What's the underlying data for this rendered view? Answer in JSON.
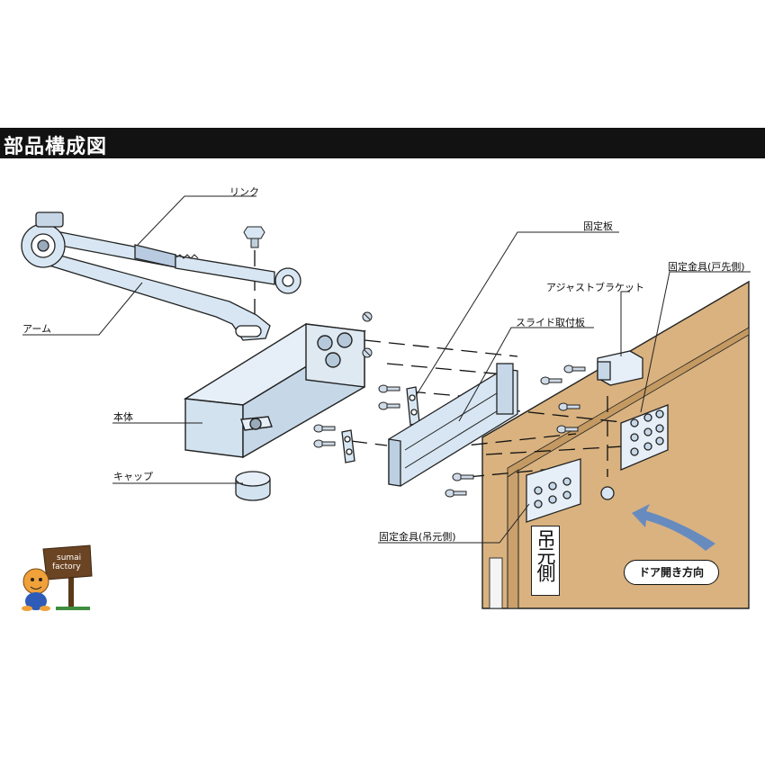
{
  "title": "部品構成図",
  "labels": {
    "link": "リンク",
    "arm": "アーム",
    "body": "本体",
    "cap": "キャップ",
    "fixed_plate": "固定板",
    "adjust_bracket": "アジャストブラケット",
    "slide_plate": "スライド取付板",
    "fixture_door_side": "固定金具(戸先側)",
    "fixture_hinge_side": "固定金具(吊元側)"
  },
  "door_open_direction": "ドア開き方向",
  "hanging_side_sign": "吊元側",
  "logo": {
    "line1": "sumai",
    "line2": "factory"
  },
  "colors": {
    "door": "#d9b27f",
    "part": "#d7e6f2",
    "title_bar": "#121212"
  }
}
